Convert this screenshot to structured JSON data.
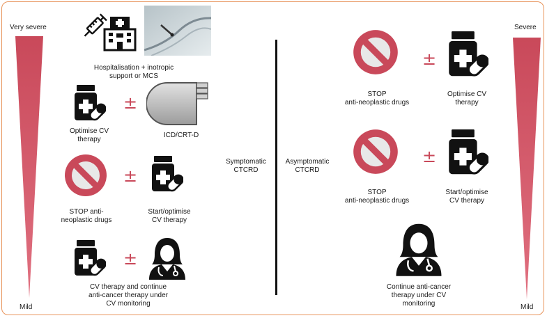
{
  "colors": {
    "accent": "#c9495a",
    "frame": "#e8935a",
    "wedge_top": "#c9495a",
    "wedge_bottom": "#e07080"
  },
  "left": {
    "top_label": "Very severe",
    "bottom_label": "Mild",
    "hospitalisation": {
      "label": "Hospitalisation + inotropic\nsupport or MCS",
      "icons": [
        "syringe-icon",
        "hospital-icon",
        "xray-image"
      ]
    },
    "row2": {
      "left_label": "Optimise CV\ntherapy",
      "right_label": "ICD/CRT-D",
      "icons": [
        "medicine-icon",
        "icd-device-icon"
      ]
    },
    "row3": {
      "left_label": "STOP anti-\nneoplastic drugs",
      "right_label": "Start/optimise\nCV therapy",
      "icons": [
        "stop-sign-icon",
        "medicine-icon"
      ]
    },
    "row4": {
      "label": "CV therapy and continue\nanti-cancer therapy under\nCV monitoring",
      "icons": [
        "medicine-icon",
        "doctor-icon"
      ]
    }
  },
  "center": {
    "symptomatic": "Symptomatic\nCTCRD",
    "asymptomatic": "Asymptomatic\nCTCRD"
  },
  "right": {
    "top_label": "Severe",
    "bottom_label": "Mild",
    "row1": {
      "left_label": "STOP\nanti-neoplastic drugs",
      "right_label": "Optimise CV\ntherapy",
      "icons": [
        "stop-sign-icon",
        "medicine-icon"
      ]
    },
    "row2": {
      "left_label": "STOP\nanti-neoplastic drugs",
      "right_label": "Start/optimise\nCV therapy",
      "icons": [
        "stop-sign-icon",
        "medicine-icon"
      ]
    },
    "row3": {
      "label": "Continue anti-cancer\ntherapy under CV\nmonitoring",
      "icons": [
        "doctor-icon"
      ]
    }
  },
  "plus_minus": "±"
}
